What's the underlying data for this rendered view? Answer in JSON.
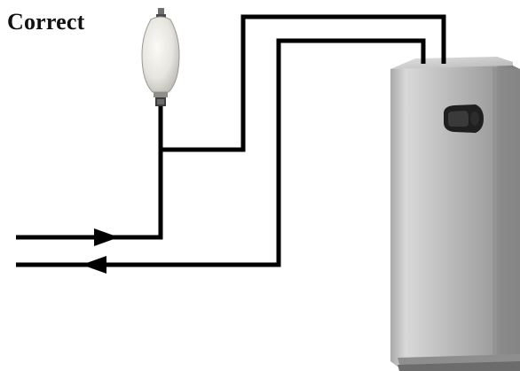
{
  "title": "Correct",
  "colors": {
    "pipe": "#000000",
    "vessel": "#e6e4df",
    "unit_body": "#b8b8b8",
    "display": "#1a1a1a"
  },
  "diagram": {
    "components": [
      {
        "name": "expansion-vessel-icon",
        "kind": "expansion vessel"
      },
      {
        "name": "heat-pump-unit-icon",
        "kind": "floor-standing unit"
      }
    ],
    "flows": [
      {
        "name": "flow-in-arrow",
        "direction": "right"
      },
      {
        "name": "flow-out-arrow",
        "direction": "left"
      }
    ]
  }
}
